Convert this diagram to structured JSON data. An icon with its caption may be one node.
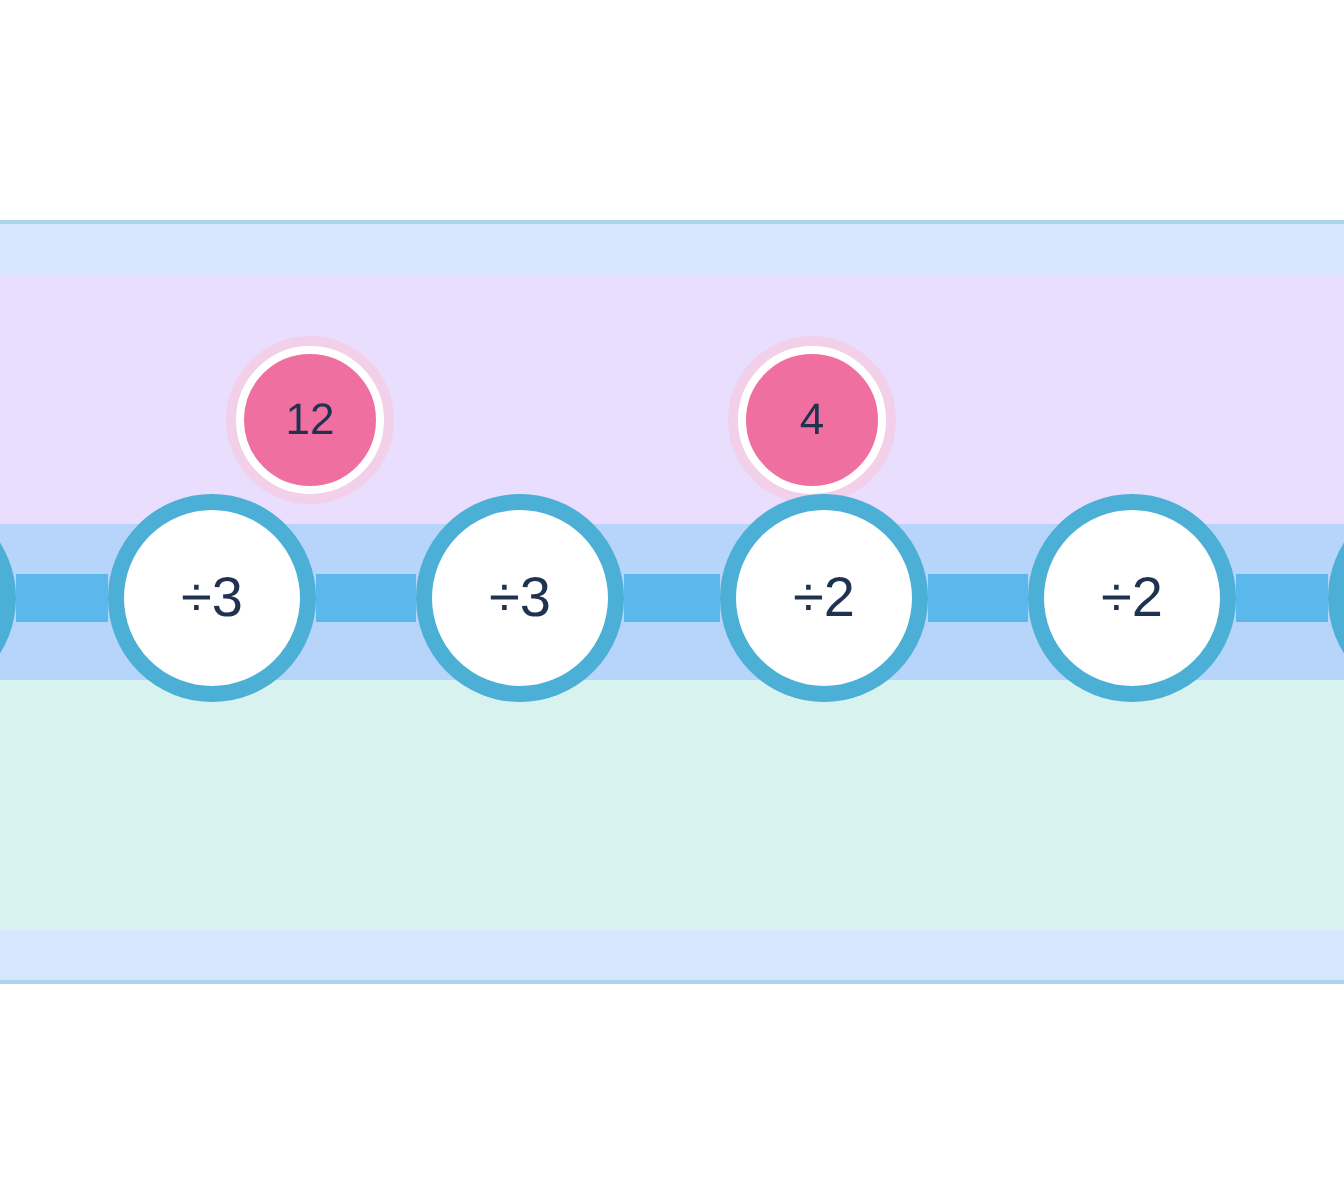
{
  "diagram": {
    "nodes": [
      {
        "text": [
          "12"
        ]
      },
      {
        "text": [
          "4"
        ]
      },
      {
        "text": [],
        "shape": "circle"
      },
      {
        "text": [
          "÷3"
        ]
      },
      {
        "text": [
          "÷3"
        ]
      },
      {
        "text": [
          "÷2"
        ]
      },
      {
        "text": [
          "÷2"
        ]
      },
      {
        "text": [],
        "shape": "circle"
      }
    ],
    "edges": [
      {
        "from": 2,
        "to": 3,
        "arrow": "none"
      },
      {
        "from": 3,
        "to": 4,
        "arrow": "none"
      },
      {
        "from": 4,
        "to": 5,
        "arrow": "none"
      },
      {
        "from": 5,
        "to": 6,
        "arrow": "none"
      },
      {
        "from": 6,
        "to": 7,
        "arrow": "none"
      }
    ]
  }
}
